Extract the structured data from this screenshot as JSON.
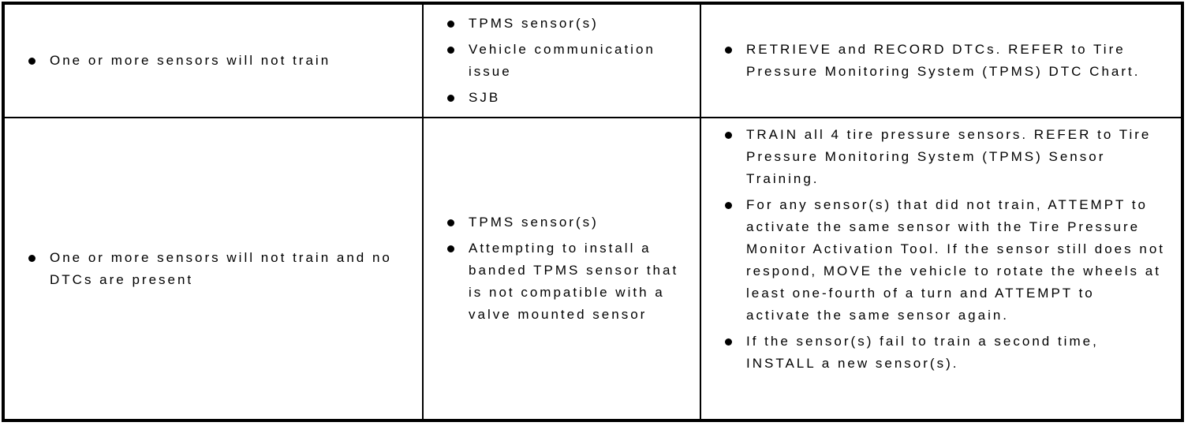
{
  "table": {
    "description": "TPMS diagnostic troubleshooting table (scanned service manual page)",
    "text_color": "#000000",
    "border_color": "#000000",
    "background_color": "#ffffff",
    "rows": [
      {
        "cells": [
          [
            "One or more sensors will not train"
          ],
          [
            "TPMS sensor(s)",
            "Vehicle communication issue",
            "SJB"
          ],
          [
            "RETRIEVE and RECORD DTCs. REFER to Tire Pressure Monitoring System (TPMS) DTC Chart."
          ]
        ]
      },
      {
        "cells": [
          [
            "One or more sensors will not train and no DTCs are present"
          ],
          [
            "TPMS sensor(s)",
            "Attempting to install a banded TPMS sensor that is not compatible with a valve mounted sensor"
          ],
          [
            "TRAIN all 4 tire pressure sensors. REFER to Tire Pressure Monitoring System (TPMS) Sensor Training.",
            "For any sensor(s) that did not train, ATTEMPT to activate the same sensor with the Tire Pressure Monitor Activation Tool. If the sensor still does not respond, MOVE the vehicle to rotate the wheels at least one-fourth of a turn and ATTEMPT to activate the same sensor again.",
            "If the sensor(s) fail to train a second time, INSTALL a new sensor(s)."
          ]
        ]
      }
    ]
  }
}
